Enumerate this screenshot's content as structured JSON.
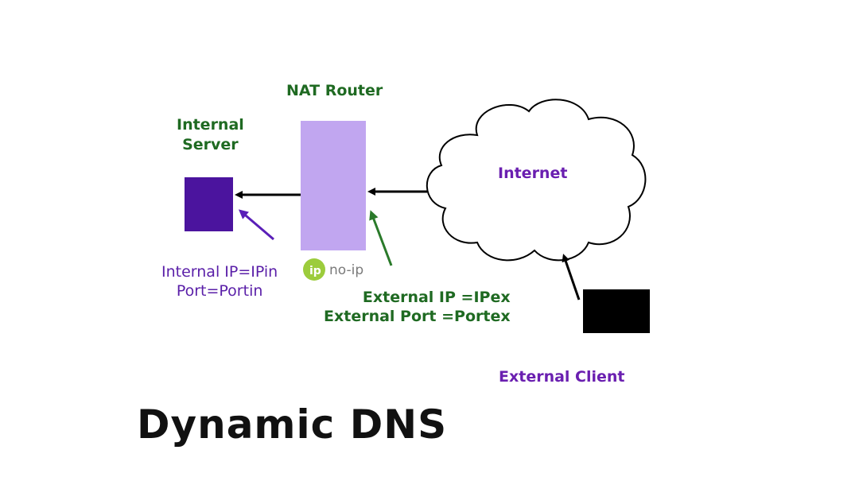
{
  "title": "Dynamic DNS",
  "labels": {
    "nat_router": "NAT Router",
    "internal_server_line1": "Internal",
    "internal_server_line2": "Server",
    "internet": "Internet",
    "internal_ip": "Internal IP=IPin",
    "internal_port": "Port=Portin",
    "external_ip": "External IP =IPex",
    "external_port": "External Port =Portex",
    "external_client": "External Client"
  },
  "logo": {
    "text": "no-ip"
  },
  "colors": {
    "router_fill": "#c1a6f0",
    "server_fill": "#4b149e",
    "client_fill": "#000000",
    "label_green": "#1f6a22",
    "label_purple": "#6a1fb0",
    "arrow_black": "#000000",
    "arrow_green": "#2a7a2a",
    "arrow_purple": "#5a1fb8",
    "logo_green": "#9ccc3c"
  },
  "icons": [
    "cloud-icon",
    "noip-logo-icon"
  ]
}
